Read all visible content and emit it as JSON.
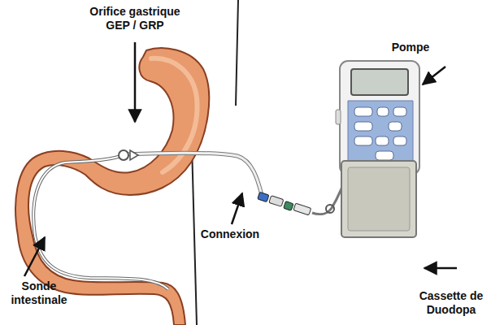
{
  "diagram": {
    "labels": [
      "Orifice gastrique GEP / GRP",
      "Pompe",
      "Connexion",
      "Sonde intestinale",
      "Cassette de Duodopa"
    ]
  }
}
